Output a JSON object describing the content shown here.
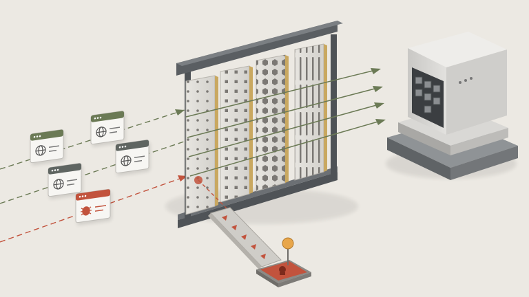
{
  "scene": {
    "colors": {
      "background": "#ece9e3",
      "legit_accent": "#6b7a55",
      "legit_card_accent_2": "#5f6561",
      "threat_accent": "#c2533d",
      "filter_frame": "#5a5e62",
      "panel_face": "#dedcd7",
      "panel_edge": "#c9a860",
      "server_body": "#d6d5d2",
      "server_base": "#6e7275",
      "chute": "#cfcdc8",
      "flag": "#e8a64a"
    },
    "requests": [
      {
        "kind": "legit",
        "icon": "globe-icon"
      },
      {
        "kind": "legit",
        "icon": "globe-icon"
      },
      {
        "kind": "legit",
        "icon": "globe-icon"
      },
      {
        "kind": "legit",
        "icon": "globe-icon"
      },
      {
        "kind": "malicious",
        "icon": "bug-icon"
      }
    ],
    "filter_stages": 4,
    "passed_arrows": 4,
    "server_modules": 7,
    "trap_icon": "skull-icon"
  }
}
